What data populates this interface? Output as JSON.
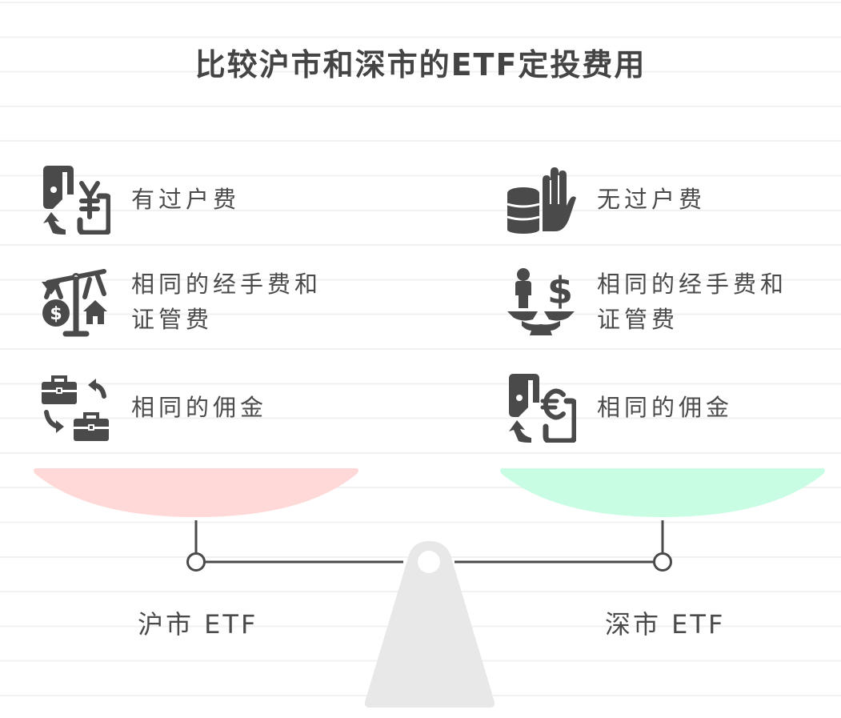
{
  "title": "比较沪市和深市的ETF定投费用",
  "colors": {
    "text": "#444444",
    "left_pan": "#ffd9d8",
    "right_pan": "#c8fde3",
    "fulcrum": "#e8e8e8",
    "beam": "#4a4a4a",
    "grid_line": "#f1f1f1"
  },
  "left": {
    "label": "沪市 ETF",
    "items": [
      {
        "icon": "yuan-transfer-icon",
        "text": "有过户费"
      },
      {
        "icon": "scale-dollar-house-icon",
        "text": "相同的经手费和证管费"
      },
      {
        "icon": "briefcase-exchange-icon",
        "text": "相同的佣金"
      }
    ]
  },
  "right": {
    "label": "深市 ETF",
    "items": [
      {
        "icon": "coins-stop-hand-icon",
        "text": "无过户费"
      },
      {
        "icon": "person-dollar-balance-icon",
        "text": "相同的经手费和证管费"
      },
      {
        "icon": "euro-transfer-icon",
        "text": "相同的佣金"
      }
    ]
  }
}
